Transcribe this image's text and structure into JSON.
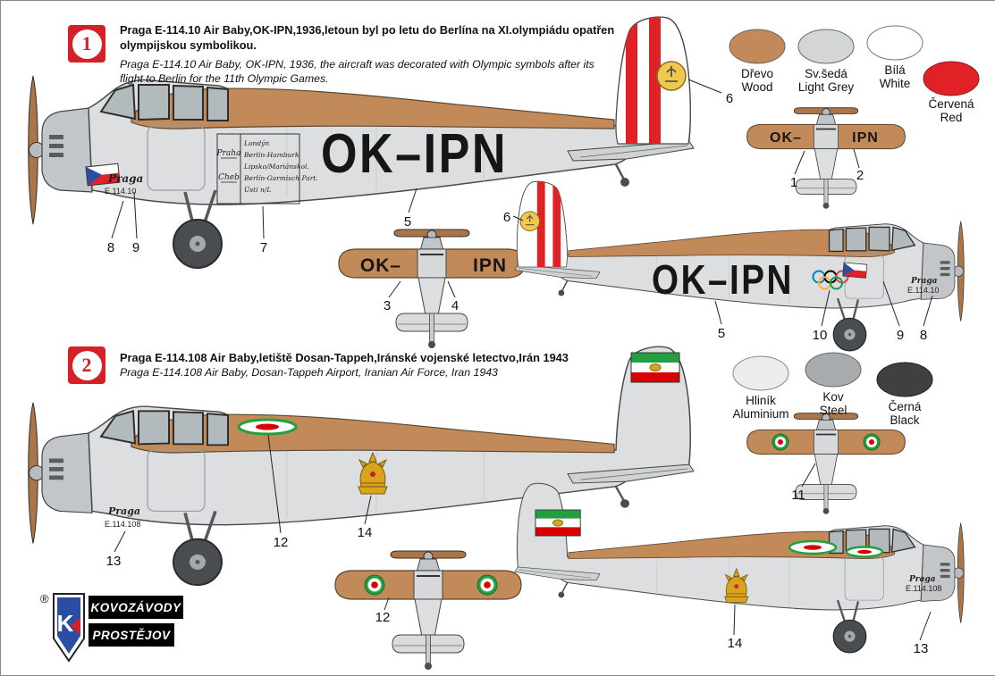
{
  "colors": {
    "wood": "#C18A58",
    "wood_dark": "#A8764A",
    "fuselage": "#DCDEDF",
    "red": "#E02227",
    "czech_blue": "#2B4EA2",
    "iran_green": "#239F40",
    "iran_red": "#DA0000",
    "gold": "#D9A31B",
    "emblem_yellow": "#F1C84E"
  },
  "scheme1": {
    "badge": "1",
    "title_cs_1": "Praga E-114.10 Air Baby,OK-IPN,1936,letoun byl po letu do Berlína na XI.olympiádu opatřen",
    "title_cs_2": "olympijskou symbolikou.",
    "title_en_1": "Praga E-114.10 Air Baby, OK-IPN, 1936, the aircraft was decorated with Olympic symbols after its",
    "title_en_2": "flight to Berlin for the 11th Olympic Games.",
    "registration": "OK–IPN",
    "reg_left": "OK–",
    "reg_right": "IPN",
    "brand": "Praga",
    "type": "E.114.10",
    "itinerary_left": [
      "Praha",
      "Cheb"
    ],
    "itinerary_right": [
      "Londýn",
      "Berlín-Hamburk",
      "Lipsko/Mariánskol.",
      "Berlín-Garmisch Part.",
      "Ústí n/L"
    ]
  },
  "scheme2": {
    "badge": "2",
    "title_cs": "Praga E-114.108 Air Baby,letiště Dosan-Tappeh,Iránské vojenské letectvo,Irán 1943",
    "title_en": "Praga E-114.108 Air Baby, Dosan-Tappeh Airport, Iranian Air Force, Iran 1943",
    "brand": "Praga",
    "type": "E.114.108"
  },
  "swatches": [
    {
      "cs": "Dřevo",
      "en": "Wood",
      "color": "#C18A58"
    },
    {
      "cs": "Sv.šedá",
      "en": "Light Grey",
      "color": "#D3D5D7"
    },
    {
      "cs": "Bílá",
      "en": "White",
      "color": "#FFFFFF"
    },
    {
      "cs": "Červená",
      "en": "Red",
      "color": "#E02227"
    },
    {
      "cs": "Hliník",
      "en": "Aluminium",
      "color": "#ECEDEB"
    },
    {
      "cs": "Kov",
      "en": "Steel",
      "color": "#A8ABAE"
    },
    {
      "cs": "Černá",
      "en": "Black",
      "color": "#404040"
    }
  ],
  "callouts": {
    "n1": "1",
    "n2": "2",
    "n3": "3",
    "n4": "4",
    "n5": "5",
    "n6": "6",
    "n7": "7",
    "n8": "8",
    "n9": "9",
    "n10": "10",
    "n11": "11",
    "n12": "12",
    "n13": "13",
    "n14": "14"
  },
  "logo": {
    "reg_mark": "®",
    "k": "K",
    "line1": "KOVOZÁVODY",
    "line2": "PROSTĚJOV"
  }
}
